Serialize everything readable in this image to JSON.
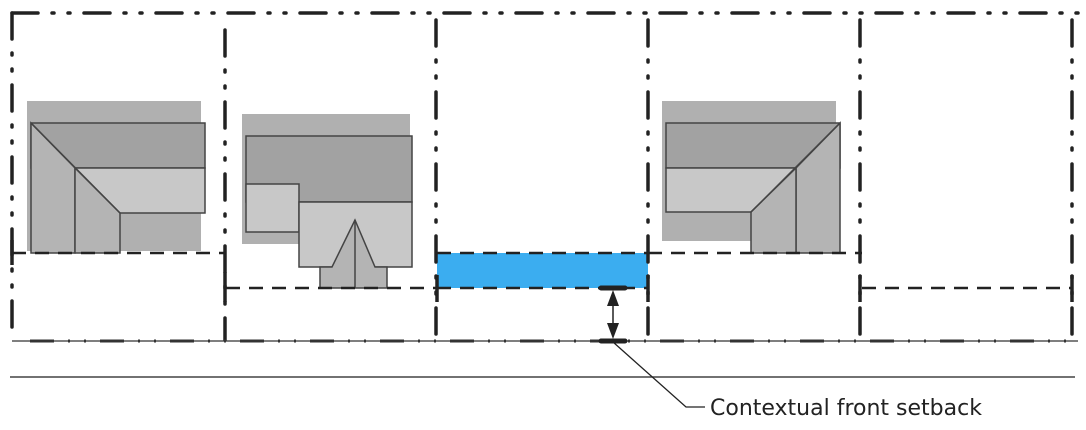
{
  "diagram": {
    "title": "",
    "annotation": {
      "label": "Contextual front setback"
    },
    "colors": {
      "highlight": "#3badf0",
      "roof_dark": "#a2a2a2",
      "roof_light": "#c8c8c8",
      "roof_mid": "#b4b4b4",
      "shadow": "#b0b0b0",
      "line": "#222222"
    },
    "lots": [
      {
        "id": "lot-1",
        "has_house": true,
        "house_type": "L-shaped hip roof (corner left)"
      },
      {
        "id": "lot-2",
        "has_house": true,
        "house_type": "T-shaped with front gable"
      },
      {
        "id": "lot-3",
        "has_house": false,
        "highlighted_setback_zone": true
      },
      {
        "id": "lot-4",
        "has_house": true,
        "house_type": "L-shaped hip roof (corner right)"
      },
      {
        "id": "lot-5",
        "has_house": false
      }
    ],
    "legend": {
      "lot_line": "dash-dot-dot",
      "setback_line": "dashed",
      "street_line": "solid"
    }
  }
}
